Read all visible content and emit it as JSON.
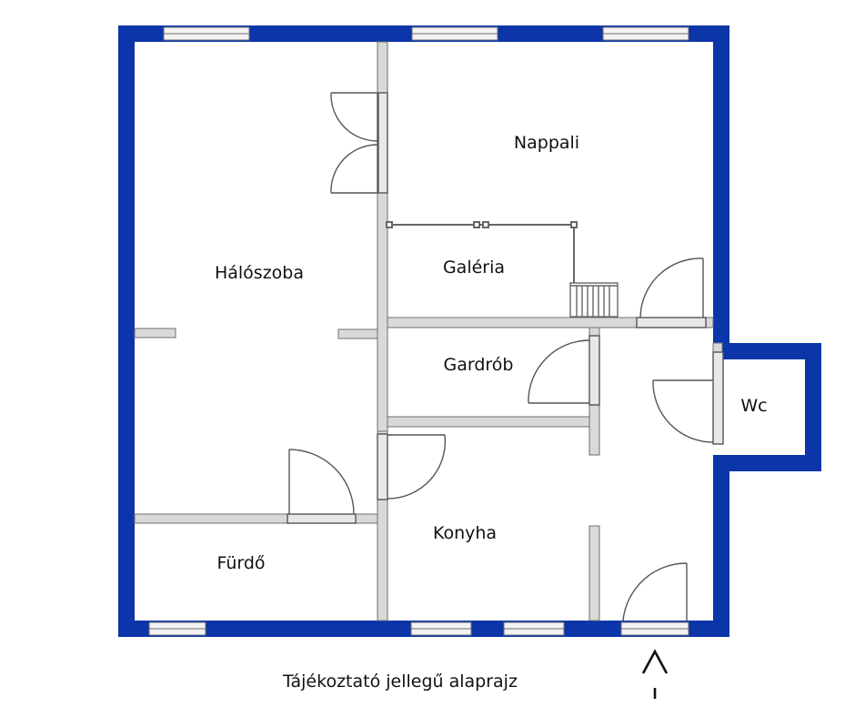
{
  "plan": {
    "colors": {
      "outer_wall": "#0b35a8",
      "inner_wall": "#d9d9d9",
      "wall_stroke": "#6e6e6e",
      "door_line": "#555555",
      "background": "#ffffff"
    },
    "rooms": {
      "haloszoba": "Hálószoba",
      "nappali": "Nappali",
      "galeria": "Galéria",
      "gardrob": "Gardrób",
      "wc": "Wc",
      "konyha": "Konyha",
      "furdo": "Fürdő"
    },
    "entrance_icon": "entrance-arrow-icon"
  },
  "caption": "Tájékoztató jellegű alaprajz"
}
